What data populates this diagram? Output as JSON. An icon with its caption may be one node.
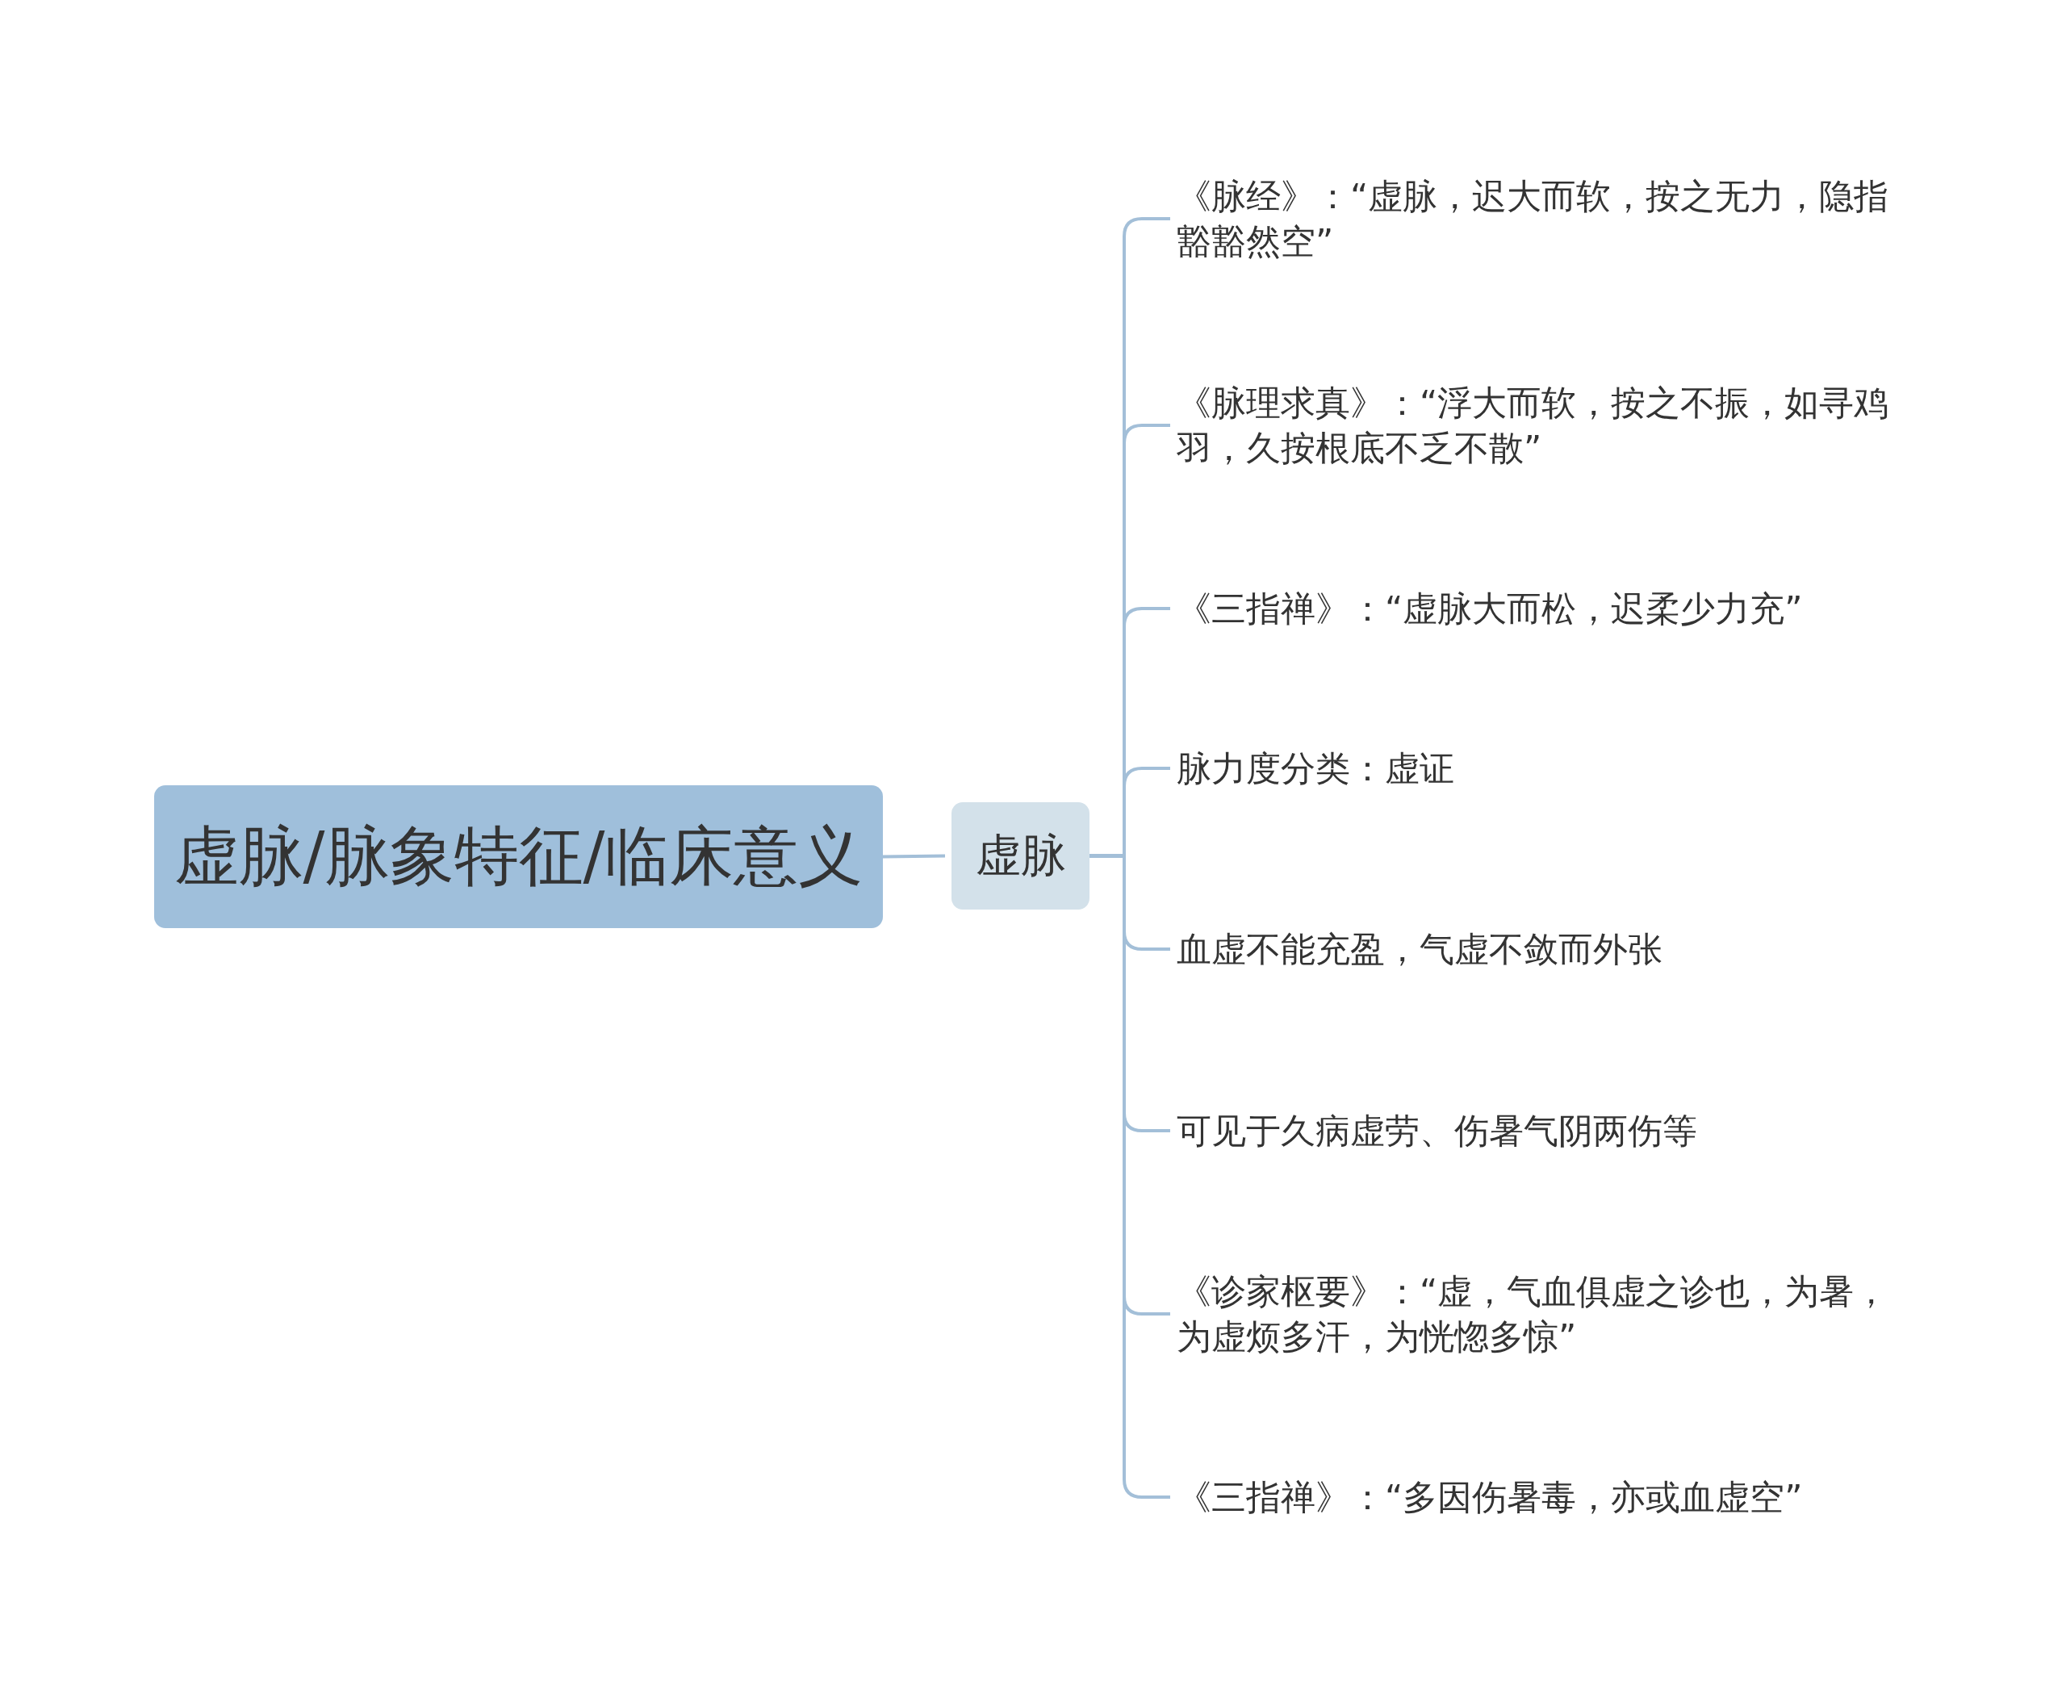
{
  "diagram": {
    "nodes": [
      {
        "text": [
          "虚脉/脉象特征/临床意义"
        ]
      },
      {
        "text": [
          "虚脉"
        ]
      },
      {
        "text": [
          "《脉经》：“虚脉，迟大而软，按之无力，隐指豁豁然空”"
        ]
      },
      {
        "text": [
          "《脉理求真》：“浮大而软，按之不振，如寻鸡羽，久按根底不乏不散”"
        ]
      },
      {
        "text": [
          "《三指禅》：“虚脉大而松，迟柔少力充”"
        ]
      },
      {
        "text": [
          "脉力度分类：虚证"
        ]
      },
      {
        "text": [
          "血虚不能充盈，气虚不敛而外张"
        ]
      },
      {
        "text": [
          "可见于久病虚劳、伤暑气阴两伤等"
        ]
      },
      {
        "text": [
          "《诊家枢要》：“虚，气血俱虚之诊也，为暑，为虚烦多汗，为恍惚多惊”"
        ]
      },
      {
        "text": [
          "《三指禅》：“多因伤暑毒，亦或血虚空”"
        ]
      }
    ],
    "edges": [
      {
        "from": 0,
        "to": 1,
        "arrow": "none"
      },
      {
        "from": 1,
        "to": 2,
        "arrow": "none"
      },
      {
        "from": 1,
        "to": 3,
        "arrow": "none"
      },
      {
        "from": 1,
        "to": 4,
        "arrow": "none"
      },
      {
        "from": 1,
        "to": 5,
        "arrow": "none"
      },
      {
        "from": 1,
        "to": 6,
        "arrow": "none"
      },
      {
        "from": 1,
        "to": 7,
        "arrow": "none"
      },
      {
        "from": 1,
        "to": 8,
        "arrow": "none"
      },
      {
        "from": 1,
        "to": 9,
        "arrow": "none"
      }
    ]
  }
}
